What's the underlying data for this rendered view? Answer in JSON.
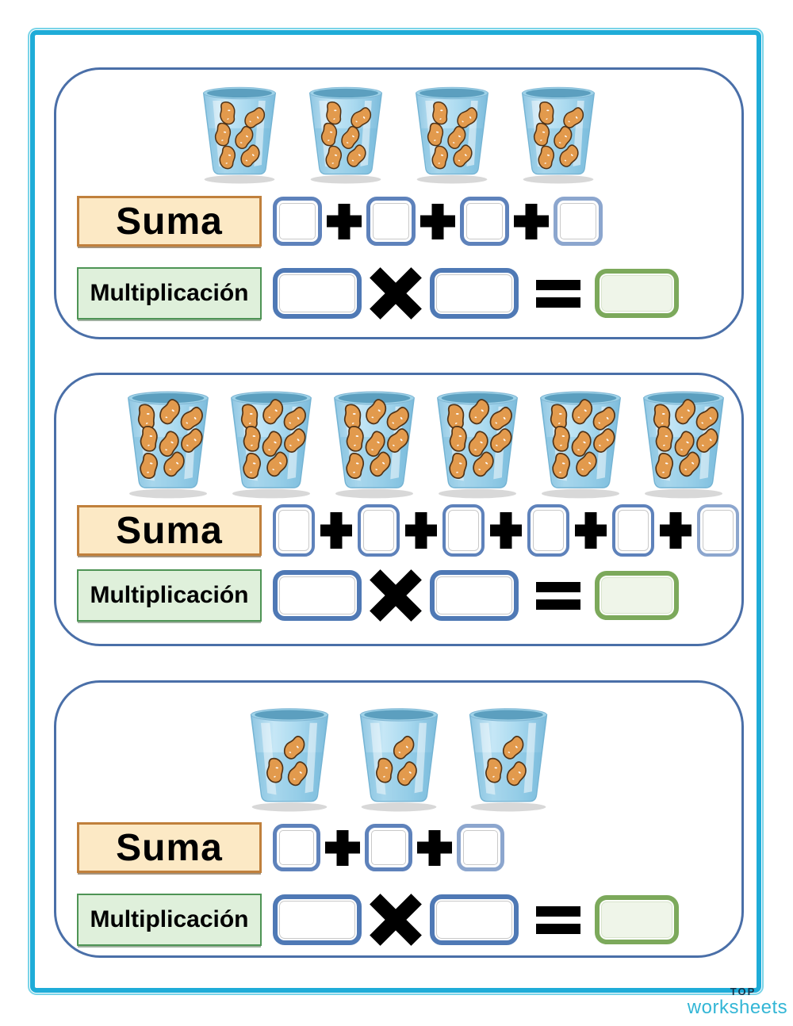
{
  "worksheet": {
    "labels": {
      "sum": "Suma",
      "multiplication": "Multiplicación"
    },
    "operators": {
      "plus": "+",
      "times": "×",
      "equals": "="
    },
    "sections": [
      {
        "cups": 4,
        "beans_per_cup": 6,
        "sum_addends": 4,
        "sum_values": [
          "",
          "",
          "",
          ""
        ],
        "mult_values": [
          "",
          ""
        ],
        "product_value": ""
      },
      {
        "cups": 6,
        "beans_per_cup": 8,
        "sum_addends": 6,
        "sum_values": [
          "",
          "",
          "",
          "",
          "",
          ""
        ],
        "mult_values": [
          "",
          ""
        ],
        "product_value": ""
      },
      {
        "cups": 3,
        "beans_per_cup": 3,
        "sum_addends": 3,
        "sum_values": [
          "",
          "",
          ""
        ],
        "mult_values": [
          "",
          ""
        ],
        "product_value": ""
      }
    ]
  },
  "branding": {
    "line1": "TOP",
    "line2": "worksheets"
  },
  "colors": {
    "frame": "#1FACD8",
    "panel_border": "#4A6FA8",
    "sum_label_bg": "#FCE9C5",
    "sum_label_border": "#C0803C",
    "mult_label_bg": "#DFF0DB",
    "mult_label_border": "#4E9455",
    "input_border": "#5E82BB",
    "mult_input_border": "#4F79B5",
    "answer_border": "#7CA95B",
    "answer_bg": "#EFF5E9",
    "bean": "#E29A4D",
    "cup_blue": "#A6D7EE",
    "operator": "#000000",
    "logo_top": "#16324A",
    "logo_worksheets": "#33B6D6"
  }
}
